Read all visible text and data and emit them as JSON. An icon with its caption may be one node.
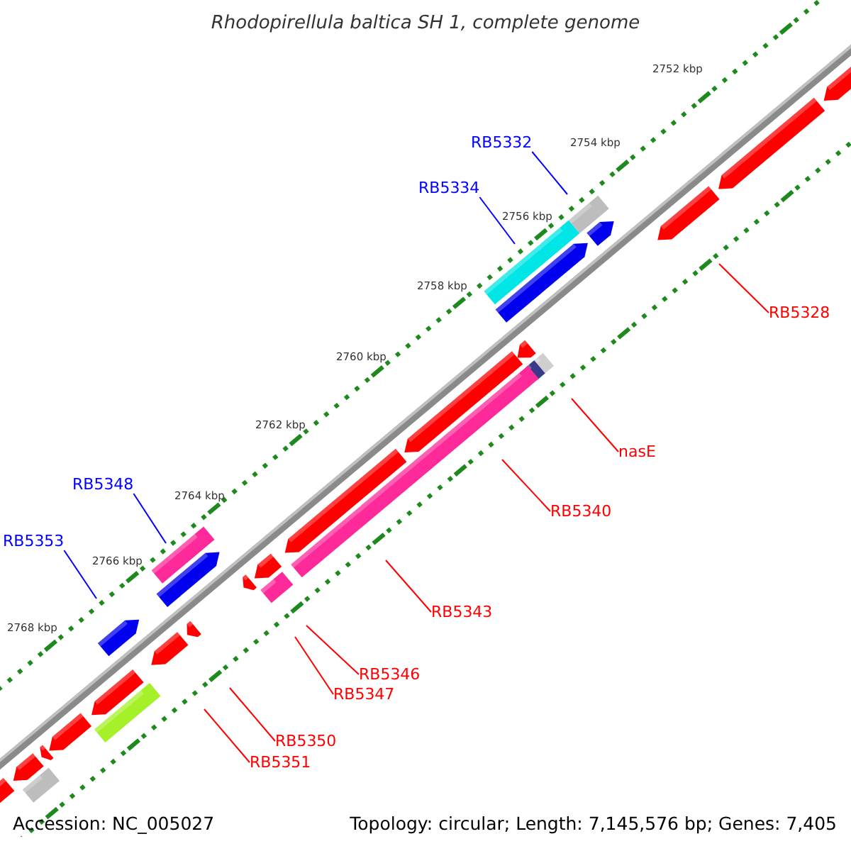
{
  "diagram": {
    "title": "Rhodopirellula baltica SH 1, complete genome",
    "nodes": [
      {
        "text": [
          "RB5332"
        ]
      },
      {
        "text": [
          "RB5334"
        ]
      },
      {
        "text": [
          "RB5328"
        ]
      },
      {
        "text": [
          "nasE"
        ]
      },
      {
        "text": [
          "RB5348"
        ]
      },
      {
        "text": [
          "RB5340"
        ]
      },
      {
        "text": [
          "RB5353"
        ]
      },
      {
        "text": [
          "RB5343"
        ]
      },
      {
        "text": [
          "RB5346"
        ]
      },
      {
        "text": [
          "RB5347"
        ]
      },
      {
        "text": [
          "RB5350"
        ]
      },
      {
        "text": [
          "RB5351"
        ]
      }
    ],
    "edges": [
      {
        "from": 0,
        "to": null,
        "arrow": "none",
        "color": "#0000ff"
      },
      {
        "from": 1,
        "to": null,
        "arrow": "none",
        "color": "#0000ff"
      },
      {
        "from": 2,
        "to": null,
        "arrow": "none"
      },
      {
        "from": 3,
        "to": null,
        "arrow": "none"
      },
      {
        "from": 4,
        "to": null,
        "arrow": "none",
        "color": "#0000ff"
      },
      {
        "from": 5,
        "to": null,
        "arrow": "none"
      },
      {
        "from": 6,
        "to": null,
        "arrow": "none",
        "color": "#0000ff"
      },
      {
        "from": 7,
        "to": null,
        "arrow": "none"
      },
      {
        "from": 8,
        "to": null,
        "arrow": "none"
      },
      {
        "from": 9,
        "to": null,
        "arrow": "none"
      },
      {
        "from": 10,
        "to": null,
        "arrow": "none"
      },
      {
        "from": 11,
        "to": null,
        "arrow": "none"
      }
    ],
    "labels": [
      "2752 kbp",
      "2754 kbp",
      "2756 kbp",
      "2758 kbp",
      "2760 kbp",
      "2762 kbp",
      "2764 kbp",
      "2766 kbp",
      "2768 kbp",
      "Accession: NC_005027",
      "Topology: circular; Length: 7,145,576 bp; Genes: 7,405"
    ]
  }
}
